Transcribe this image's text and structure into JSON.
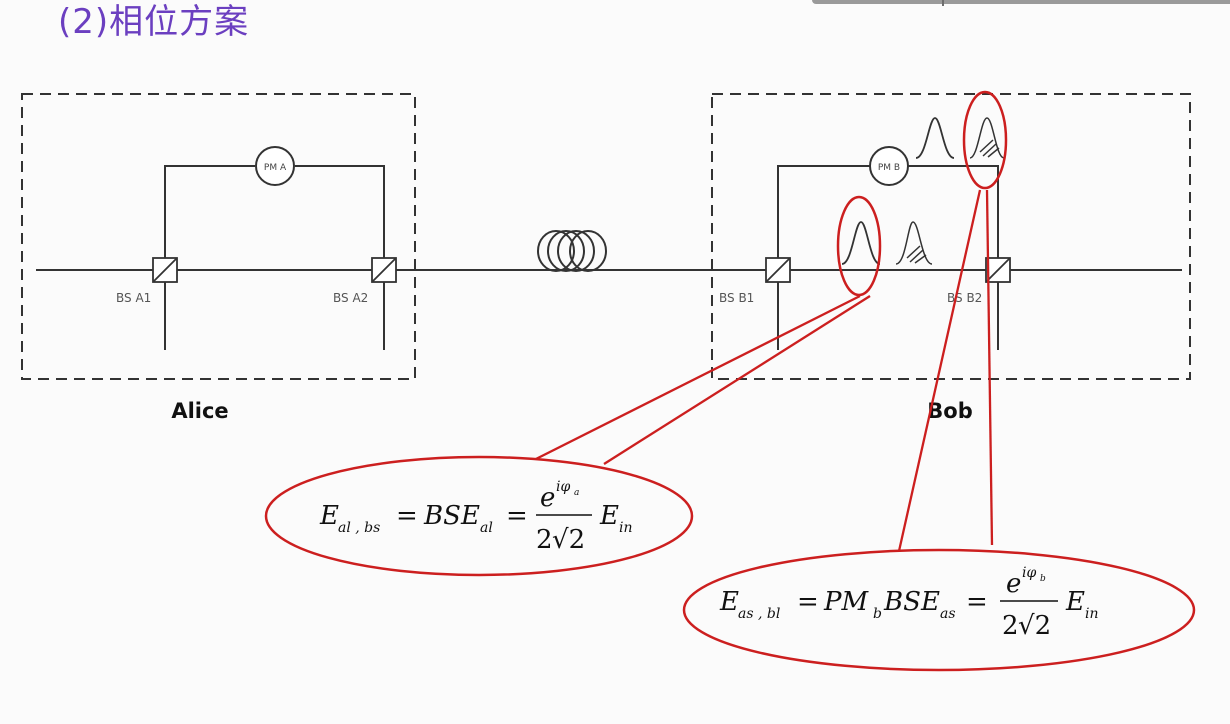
{
  "title": "(2)相位方案",
  "labels": {
    "pm_a": "PM A",
    "pm_b": "PM B",
    "bs_a1": "BS A1",
    "bs_a2": "BS A2",
    "bs_b1": "BS B1",
    "bs_b2": "BS B2",
    "alice": "Alice",
    "bob": "Bob"
  },
  "equations": {
    "eq1": {
      "lhs_E": "E",
      "lhs_sub": "al , bs",
      "eq_sign": "=",
      "mid_BS": "BS",
      "mid_E": "E",
      "mid_sub": "al",
      "frac_e": "e",
      "frac_sup": "iφ",
      "frac_sup_sub": "a",
      "den_2": "2",
      "den_sqrt": "√2",
      "rhs_E": "E",
      "rhs_sub": "in"
    },
    "eq2": {
      "lhs_E": "E",
      "lhs_sub": "as , bl",
      "eq_sign": "=",
      "mid_PM": "PM",
      "mid_PM_sub": "b",
      "mid_BS": "BS",
      "mid_E": "E",
      "mid_sub": "as",
      "frac_e": "e",
      "frac_sup": "iφ",
      "frac_sup_sub": "b",
      "den_2": "2",
      "den_sqrt": "√2",
      "rhs_E": "E",
      "rhs_sub": "in"
    }
  },
  "colors": {
    "title": "#6b3fc0",
    "highlight": "#cc1f1f",
    "line": "#333333"
  }
}
